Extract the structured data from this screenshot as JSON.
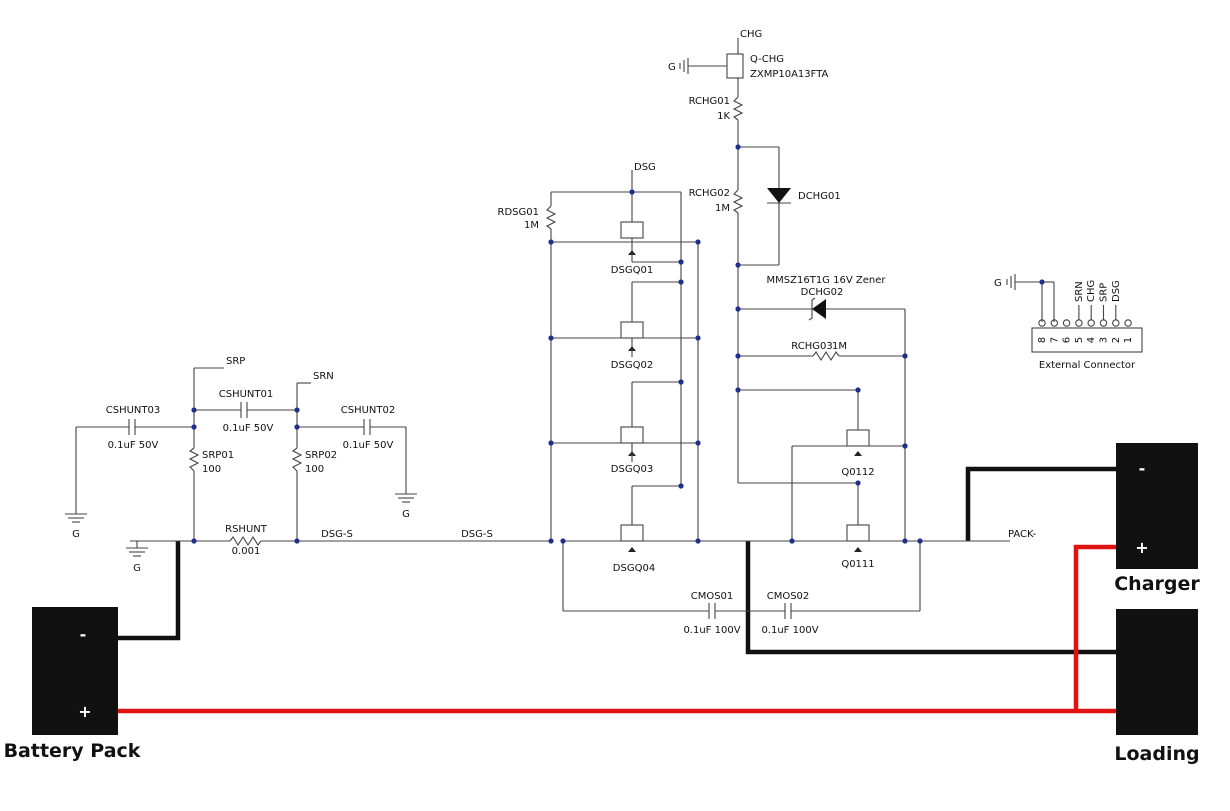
{
  "blocks": {
    "battery": {
      "label": "Battery Pack",
      "neg": "-",
      "pos": "+"
    },
    "charger": {
      "label": "Charger",
      "neg": "-",
      "pos": "+"
    },
    "loading": {
      "label": "Loading"
    }
  },
  "nets": {
    "srp": "SRP",
    "srn": "SRN",
    "dsg": "DSG",
    "chg": "CHG",
    "dsg_s_1": "DSG-S",
    "dsg_s_2": "DSG-S",
    "pack_neg": "PACK-",
    "g_gnd1": "G",
    "g_gnd2": "G",
    "g_gnd3": "G",
    "g_qchg": "G",
    "g_conn": "G"
  },
  "components": {
    "cshunt03": {
      "name": "CSHUNT03",
      "value": "0.1uF 50V"
    },
    "cshunt01": {
      "name": "CSHUNT01",
      "value": "0.1uF 50V"
    },
    "cshunt02": {
      "name": "CSHUNT02",
      "value": "0.1uF 50V"
    },
    "srp01": {
      "name": "SRP01",
      "value": "100"
    },
    "srp02": {
      "name": "SRP02",
      "value": "100"
    },
    "rshunt": {
      "name": "RSHUNT",
      "value": "0.001"
    },
    "rdsg01": {
      "name": "RDSG01",
      "value": "1M"
    },
    "dsgq01": {
      "name": "DSGQ01"
    },
    "dsgq02": {
      "name": "DSGQ02"
    },
    "dsgq03": {
      "name": "DSGQ03"
    },
    "dsgq04": {
      "name": "DSGQ04"
    },
    "qchg": {
      "name": "Q-CHG",
      "part": "ZXMP10A13FTA"
    },
    "rchg01": {
      "name": "RCHG01",
      "value": "1K"
    },
    "rchg02": {
      "name": "RCHG02",
      "value": "1M"
    },
    "dchg01": {
      "name": "DCHG01"
    },
    "dchg02": {
      "name": "DCHG02",
      "part": "MMSZ16T1G 16V Zener"
    },
    "rchg03": {
      "name": "RCHG03",
      "value": "1M"
    },
    "q0112": {
      "name": "Q0112"
    },
    "q0111": {
      "name": "Q0111"
    },
    "cmos01": {
      "name": "CMOS01",
      "value": "0.1uF 100V"
    },
    "cmos02": {
      "name": "CMOS02",
      "value": "0.1uF 100V"
    }
  },
  "connector": {
    "title": "External Connector",
    "pins": [
      "8",
      "7",
      "6",
      "5",
      "4",
      "3",
      "2",
      "1"
    ],
    "signals": [
      "SRN",
      "CHG",
      "SRP",
      "DSG"
    ]
  }
}
